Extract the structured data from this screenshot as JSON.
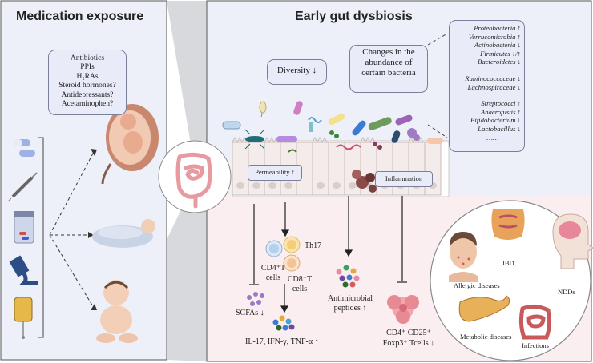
{
  "left_panel": {
    "title": "Medication exposure",
    "medications": [
      "Antibiotics",
      "PPIs",
      "H₂RAs",
      "Steroid hormones?",
      "Antidepressants?",
      "Acetaminophen?"
    ]
  },
  "center_panel": {
    "title": "Early gut dysbiosis",
    "diversity": "Diversity ↓",
    "changes_label": [
      "Changes in the",
      "abundance of",
      "certain bacteria"
    ],
    "bacteria_group1": [
      "Proteobacteria ↑",
      "Verrucomicrobia ↑",
      "Actinobacteria ↓",
      "Firmicutes ↓/↑",
      "Bacteroidetes ↓"
    ],
    "bacteria_group2": [
      "Ruminococcaceae ↓",
      "Lachnospiraceae ↓"
    ],
    "bacteria_group3": [
      "Streptococci ↑",
      "Anaerofustis ↑",
      "Bifidobacterium ↓",
      "Lactobacillus ↓",
      "……"
    ],
    "permeability": "Permeability ↑",
    "inflammation": "Inflammation",
    "scfas": "SCFAs  ↓",
    "cd4_label": [
      "CD4⁺T",
      "cells"
    ],
    "th17": "Th17",
    "cd8_label": [
      "CD8⁺T",
      "cells"
    ],
    "cytokines": "IL-17,  IFN-γ, TNF-α ↑",
    "antimicrobial": [
      "Antimicrobial",
      "peptides ↑"
    ],
    "tregs": [
      "CD4⁺ CD25⁺",
      "Foxp3⁺ Tcells  ↓"
    ]
  },
  "outcomes": {
    "allergic": "Allergic diseases",
    "ibd": "IBD",
    "ndds": "NDDs",
    "metabolic": "Metabolic diseases",
    "infections": "Infections"
  },
  "colors": {
    "panel_bg": "#eef0f9",
    "box_bg": "#e9ecf8",
    "lumen_bg": "#fbeef0",
    "intestine": "#e89aa1"
  }
}
